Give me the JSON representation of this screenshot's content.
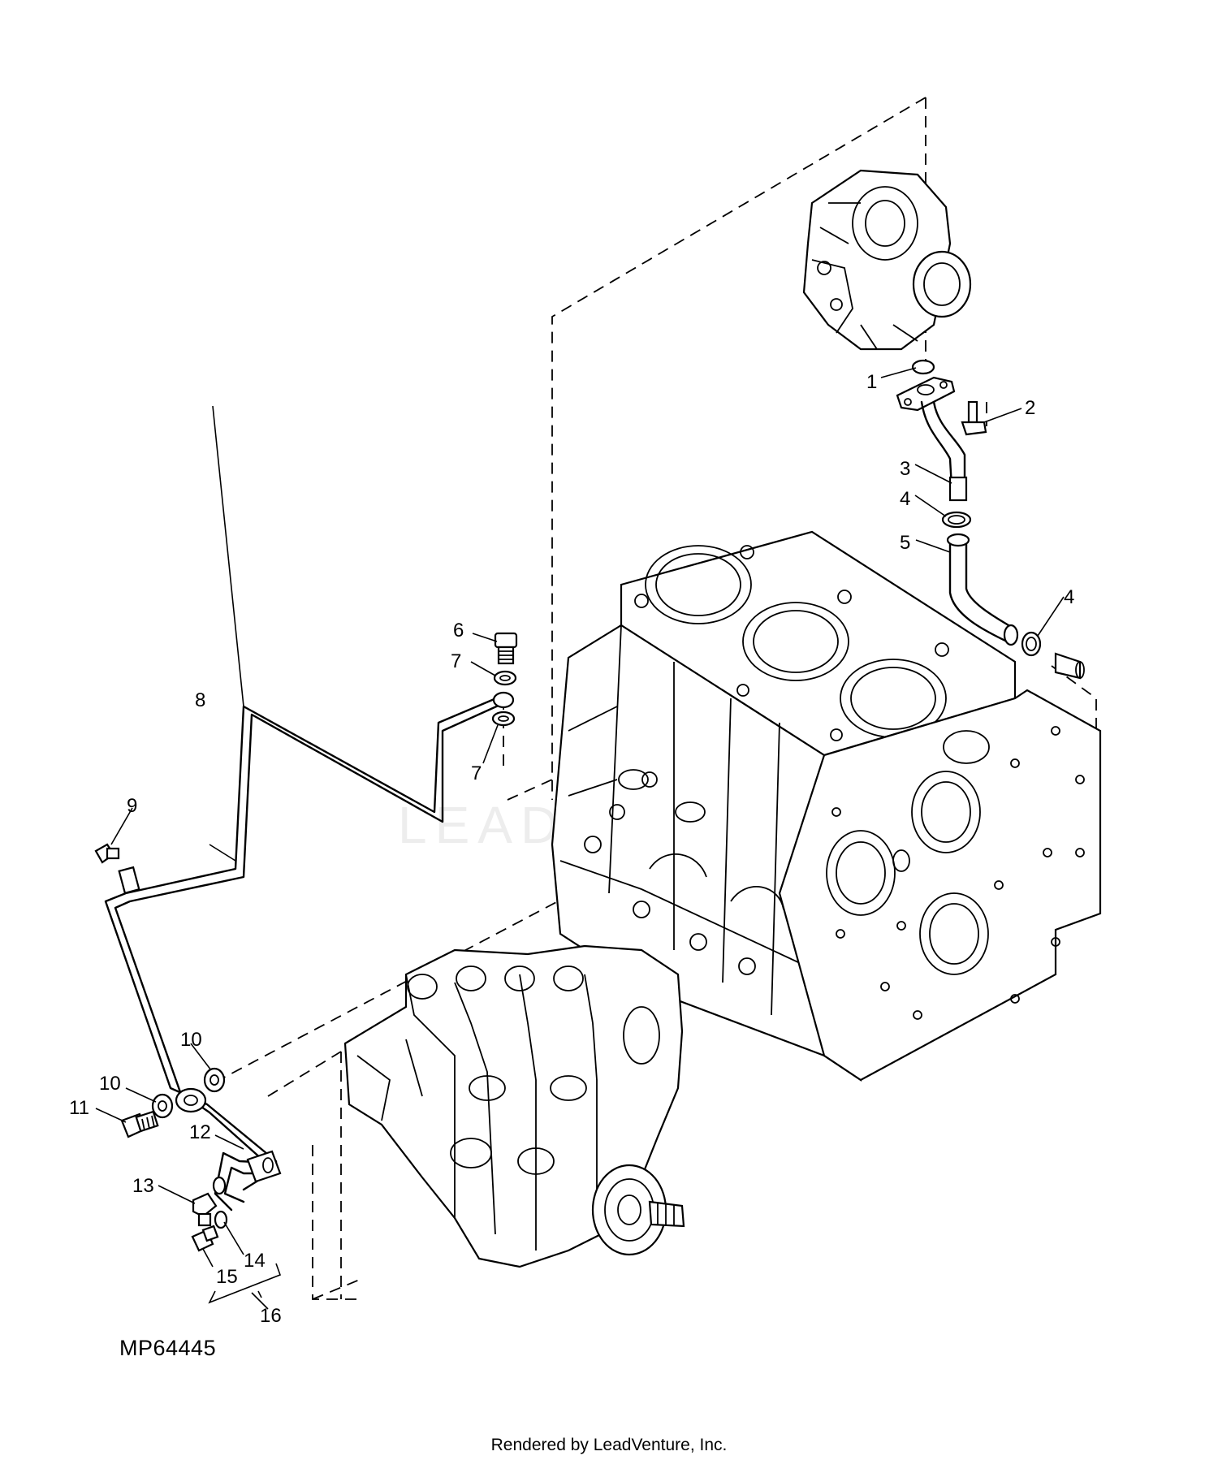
{
  "diagram": {
    "figure_id": "MP64445",
    "footer": "Rendered by LeadVenture, Inc.",
    "watermark": "LEADVENTURE",
    "callouts": [
      "1",
      "2",
      "3",
      "4",
      "4",
      "5",
      "6",
      "7",
      "7",
      "8",
      "9",
      "10",
      "10",
      "11",
      "12",
      "13",
      "14",
      "15",
      "16"
    ]
  }
}
